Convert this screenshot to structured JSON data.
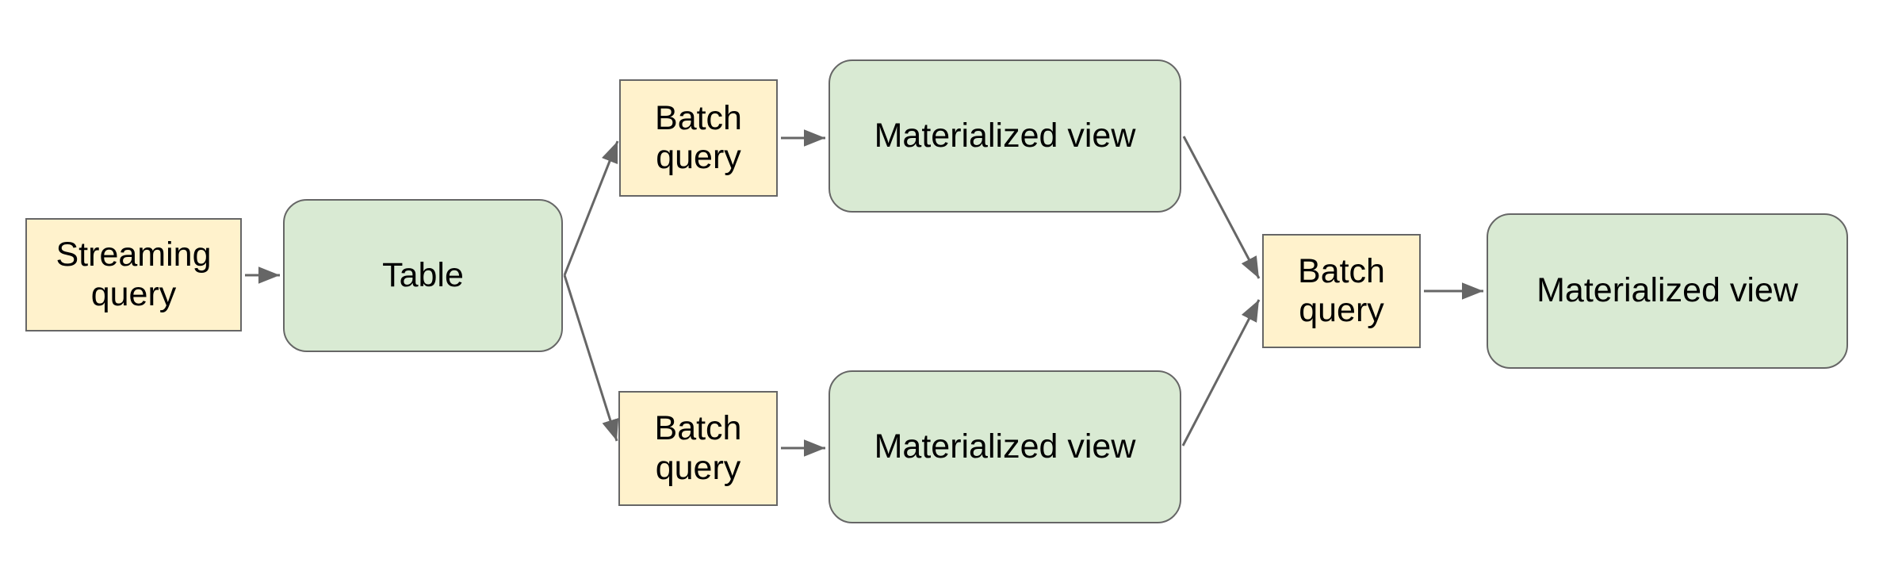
{
  "diagram": {
    "colors": {
      "background": "#ffffff",
      "query_fill": "#fff2cc",
      "store_fill": "#d9ead3",
      "border": "#666666",
      "arrow": "#666666",
      "text": "#000000"
    },
    "nodes": {
      "streaming_query": {
        "label": "Streaming query",
        "type": "query"
      },
      "table": {
        "label": "Table",
        "type": "store"
      },
      "batch_query_top": {
        "label": "Batch query",
        "type": "query"
      },
      "materialized_view_top": {
        "label": "Materialized view",
        "type": "store"
      },
      "batch_query_bottom": {
        "label": "Batch query",
        "type": "query"
      },
      "materialized_view_bottom": {
        "label": "Materialized view",
        "type": "store"
      },
      "batch_query_right": {
        "label": "Batch query",
        "type": "query"
      },
      "materialized_view_final": {
        "label": "Materialized view",
        "type": "store"
      }
    },
    "edges": [
      {
        "from": "streaming_query",
        "to": "table"
      },
      {
        "from": "table",
        "to": "batch_query_top"
      },
      {
        "from": "table",
        "to": "batch_query_bottom"
      },
      {
        "from": "batch_query_top",
        "to": "materialized_view_top"
      },
      {
        "from": "batch_query_bottom",
        "to": "materialized_view_bottom"
      },
      {
        "from": "materialized_view_top",
        "to": "batch_query_right"
      },
      {
        "from": "materialized_view_bottom",
        "to": "batch_query_right"
      },
      {
        "from": "batch_query_right",
        "to": "materialized_view_final"
      }
    ]
  }
}
